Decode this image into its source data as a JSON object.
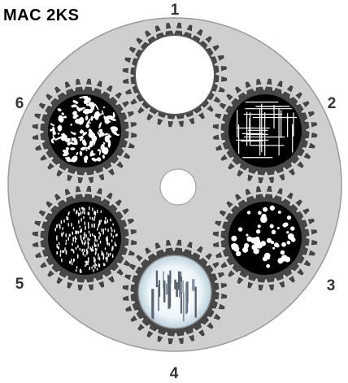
{
  "title": "MAC 2KS",
  "gobos": [
    {
      "number": "1",
      "pattern": "open"
    },
    {
      "number": "2",
      "pattern": "crosshatch-lines"
    },
    {
      "number": "3",
      "pattern": "dots"
    },
    {
      "number": "4",
      "pattern": "glass-vertical-bars"
    },
    {
      "number": "5",
      "pattern": "dense-dots"
    },
    {
      "number": "6",
      "pattern": "breakup-texture"
    }
  ],
  "colors": {
    "wheel": "#cfcfcf",
    "gear": "#444444",
    "gobo": "#000000",
    "glass": "#eef6fb"
  }
}
